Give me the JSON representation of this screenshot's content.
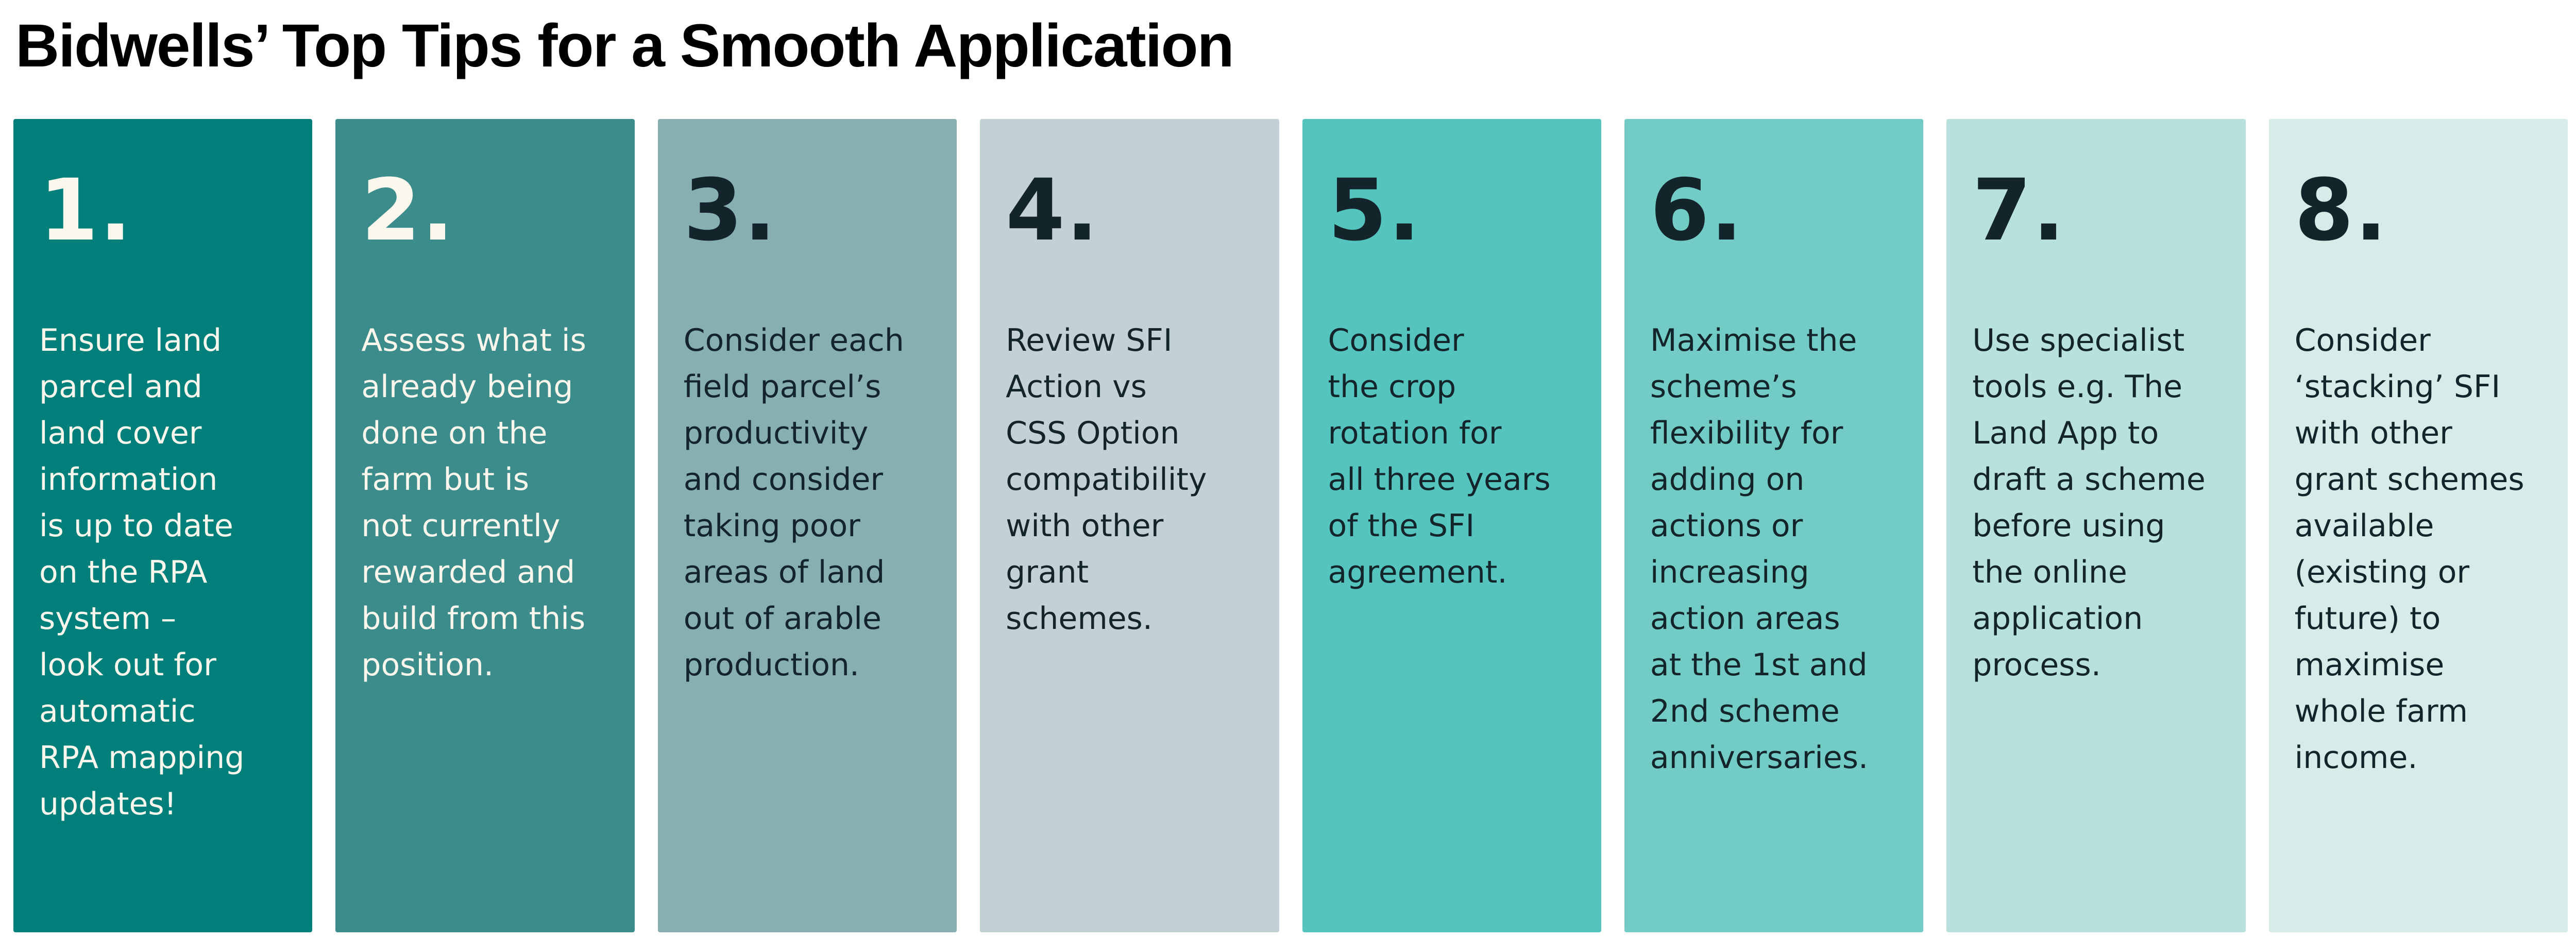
{
  "page_title": "Bidwells’ Top Tips for a Smooth Application",
  "colors": {
    "page_background": "#FFFFFF",
    "title_text": "#000000",
    "light_text": "#FBF7ED",
    "dark_text": "#13252A"
  },
  "cards": [
    {
      "number": "1.",
      "text": "Ensure land\nparcel and\nland cover\ninformation\nis up to date\non the RPA\nsystem –\nlook out for\nautomatic\nRPA mapping\nupdates!",
      "bg": "#007F7B",
      "fg": "#FBF7ED"
    },
    {
      "number": "2.",
      "text": "Assess what is\nalready being\ndone on the\nfarm but is\nnot currently\nrewarded and\nbuild from this\nposition.",
      "bg": "#3C8C8B",
      "fg": "#FBF7ED"
    },
    {
      "number": "3.",
      "text": "Consider each\nfield parcel’s\nproductivity\nand consider\ntaking poor\nareas of land\nout of arable\nproduction.",
      "bg": "#87AEB1",
      "fg": "#13252A"
    },
    {
      "number": "4.",
      "text": "Review SFI\nAction vs\nCSS Option\ncompatibility\nwith other\ngrant\nschemes.",
      "bg": "#C2D1D3",
      "fg": "#13252A"
    },
    {
      "number": "5.",
      "text": "Consider\nthe crop\nrotation for\nall three years\nof the SFI\nagreement.",
      "bg": "#55C4BE",
      "fg": "#13252A"
    },
    {
      "number": "6.",
      "text": "Maximise the\nscheme’s\nflexibility for\nadding on\nactions or\nincreasing\naction areas\nat the 1st and\n2nd scheme\nanniversaries.",
      "bg": "#73CBC5",
      "fg": "#13252A"
    },
    {
      "number": "7.",
      "text": "Use specialist\ntools e.g. The\nLand App to\ndraft a scheme\nbefore using\nthe online\napplication\nprocess.",
      "bg": "#B8E0DC",
      "fg": "#13252A"
    },
    {
      "number": "8.",
      "text": "Consider\n‘stacking’ SFI\nwith other\ngrant schemes\navailable\n(existing or\nfuture) to\nmaximise\nwhole farm\nincome.",
      "bg": "#D6ECE8",
      "fg": "#13252A"
    }
  ]
}
